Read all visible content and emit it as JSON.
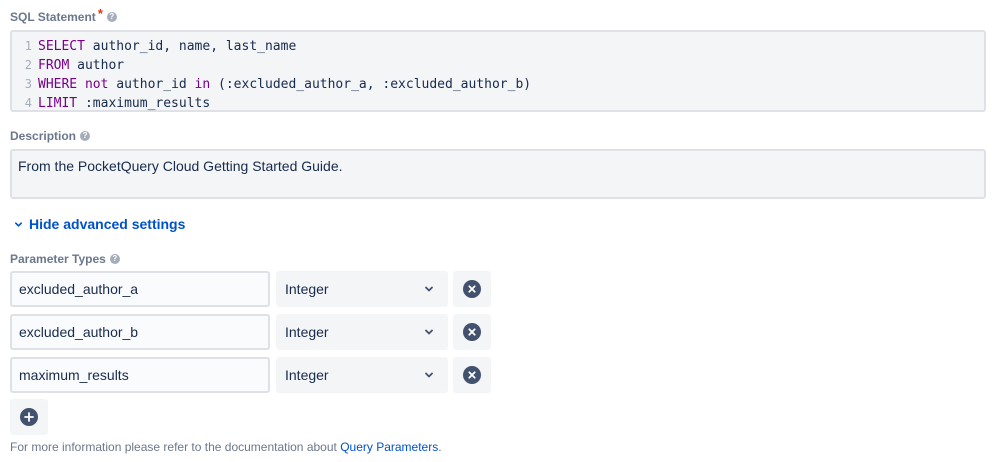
{
  "sql_field": {
    "label": "SQL Statement",
    "required_mark": "*",
    "help_icon": "question-circle-icon",
    "lines": [
      {
        "number": "1",
        "tokens": [
          {
            "text": "SELECT",
            "kind": "keyword"
          },
          {
            "text": " author_id, name, last_name",
            "kind": "text"
          }
        ]
      },
      {
        "number": "2",
        "tokens": [
          {
            "text": "FROM",
            "kind": "keyword"
          },
          {
            "text": " author",
            "kind": "text"
          }
        ]
      },
      {
        "number": "3",
        "tokens": [
          {
            "text": "WHERE",
            "kind": "keyword"
          },
          {
            "text": " ",
            "kind": "text"
          },
          {
            "text": "not",
            "kind": "keyword"
          },
          {
            "text": " author_id ",
            "kind": "text"
          },
          {
            "text": "in",
            "kind": "keyword"
          },
          {
            "text": " (:excluded_author_a, :excluded_author_b)",
            "kind": "text"
          }
        ]
      },
      {
        "number": "4",
        "tokens": [
          {
            "text": "LIMIT",
            "kind": "keyword"
          },
          {
            "text": " :maximum_results",
            "kind": "text"
          }
        ]
      }
    ]
  },
  "description_field": {
    "label": "Description",
    "help_icon": "question-circle-icon",
    "value": "From the PocketQuery Cloud Getting Started Guide."
  },
  "advanced_toggle": {
    "label": "Hide advanced settings",
    "icon": "chevron-down-icon"
  },
  "parameter_types": {
    "label": "Parameter Types",
    "help_icon": "question-circle-icon",
    "rows": [
      {
        "name": "excluded_author_a",
        "type": "Integer"
      },
      {
        "name": "excluded_author_b",
        "type": "Integer"
      },
      {
        "name": "maximum_results",
        "type": "Integer"
      }
    ],
    "remove_icon": "close-circle-icon",
    "add_icon": "plus-circle-icon"
  },
  "footnote": {
    "text": "For more information please refer to the documentation about ",
    "link": "Query Parameters",
    "suffix": "."
  },
  "colors": {
    "keyword": "#770088",
    "link": "#0052cc",
    "label": "#6b778c",
    "field_bg": "#f4f5f7",
    "field_border": "#dfe1e6",
    "icon_dark": "#42526e"
  }
}
